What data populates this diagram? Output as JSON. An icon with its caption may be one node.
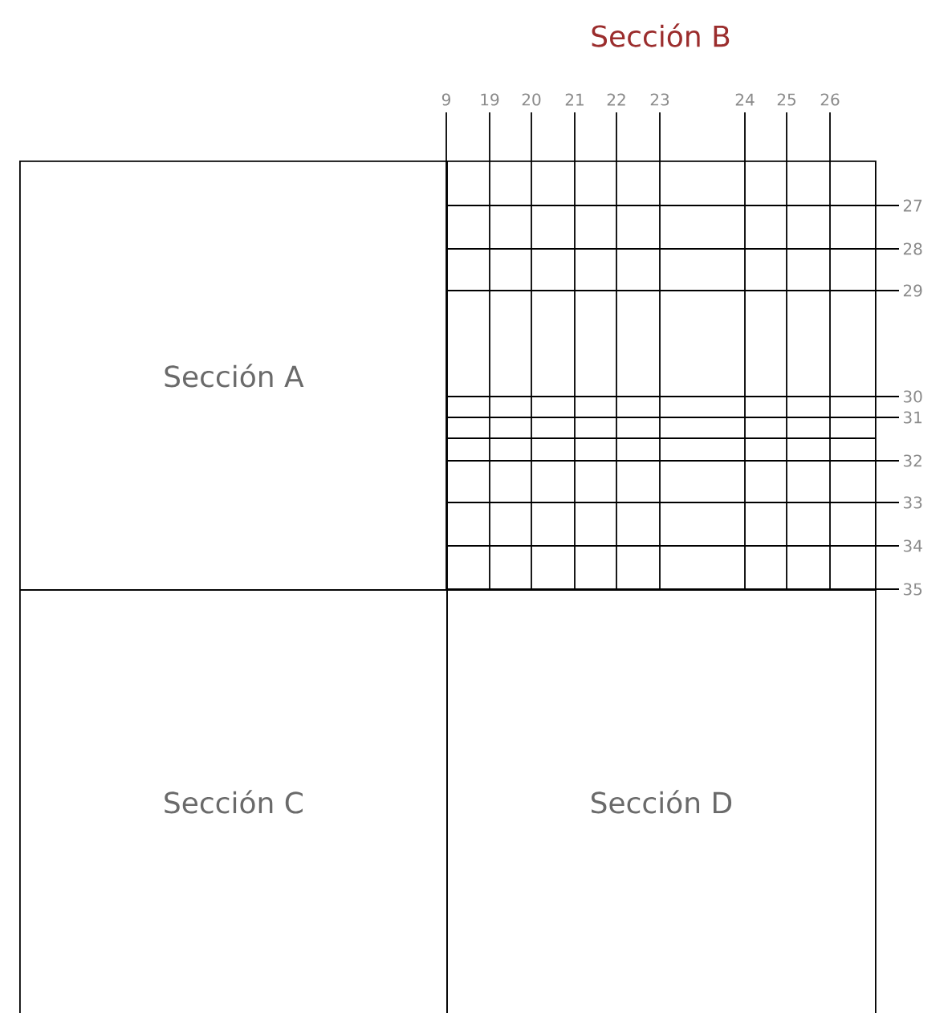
{
  "diagram": {
    "nodes": [
      {
        "text": [
          "Sección A"
        ]
      },
      {
        "text": [
          "Sección B"
        ]
      },
      {
        "text": [
          "Sección C"
        ]
      },
      {
        "text": [
          "Sección D"
        ]
      }
    ],
    "labels": [
      "9",
      "19",
      "20",
      "21",
      "22",
      "23",
      "24",
      "25",
      "26",
      "27",
      "28",
      "29",
      "30",
      "31",
      "32",
      "33",
      "34",
      "35"
    ]
  }
}
